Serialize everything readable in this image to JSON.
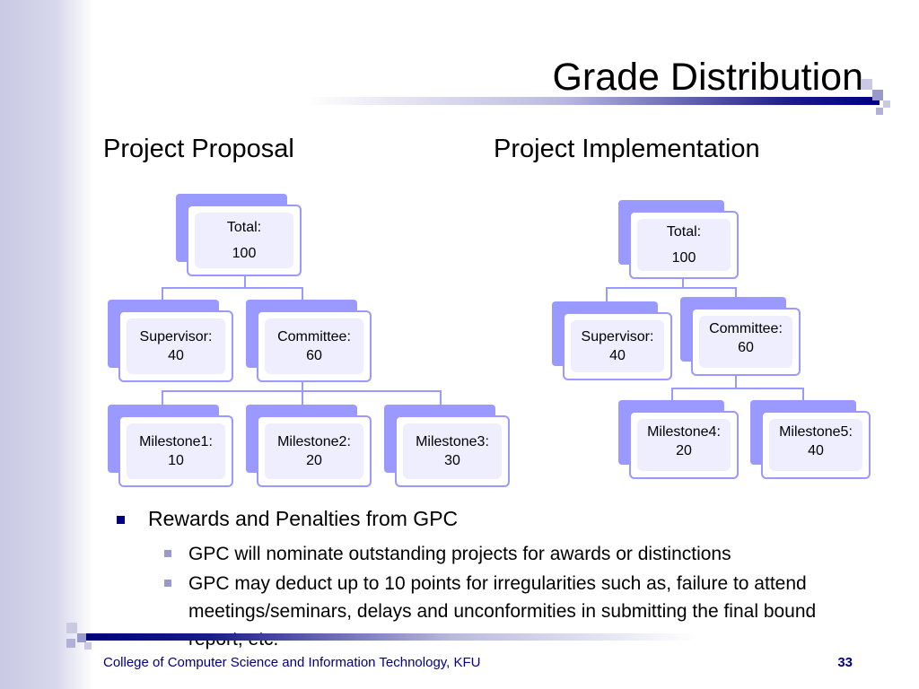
{
  "title": "Grade Distribution",
  "left_heading": "Project Proposal",
  "right_heading": "Project Implementation",
  "proposal": {
    "total": {
      "label": "Total:",
      "value": "100"
    },
    "supervisor": {
      "label": "Supervisor:",
      "value": "40"
    },
    "committee": {
      "label": "Committee:",
      "value": "60"
    },
    "milestone1": {
      "label": "Milestone1:",
      "value": "10"
    },
    "milestone2": {
      "label": "Milestone2:",
      "value": "20"
    },
    "milestone3": {
      "label": "Milestone3:",
      "value": "30"
    }
  },
  "implementation": {
    "total": {
      "label": "Total:",
      "value": "100"
    },
    "supervisor": {
      "label": "Supervisor:",
      "value": "40"
    },
    "committee": {
      "label": "Committee:",
      "value": "60"
    },
    "milestone4": {
      "label": "Milestone4:",
      "value": "20"
    },
    "milestone5": {
      "label": "Milestone5:",
      "value": "40"
    }
  },
  "bullets": {
    "main": "Rewards and Penalties from GPC",
    "sub1": "GPC will nominate outstanding projects for awards or distinctions",
    "sub2": "GPC may deduct up to 10 points for irregularities such as, failure to attend meetings/seminars, delays and unconformities in submitting the final bound report, etc."
  },
  "footer": {
    "text": "College of Computer Science and Information Technology, KFU",
    "page": "33"
  },
  "colors": {
    "accent": "#9999ff",
    "navy": "#000080"
  }
}
